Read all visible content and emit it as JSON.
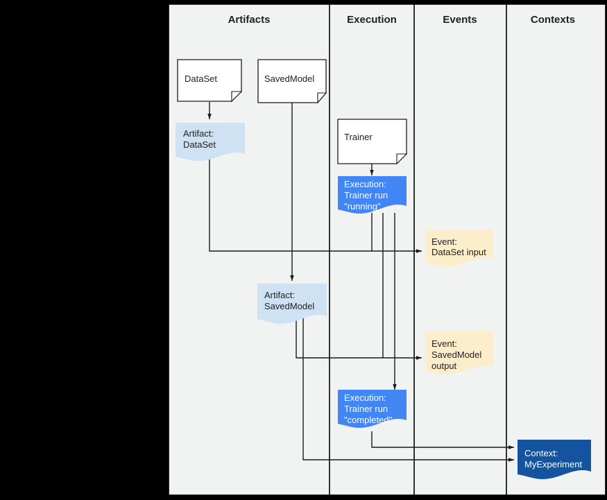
{
  "diagram": {
    "title": "ML Metadata artifact / execution / event / context flow",
    "background_color": "#000000",
    "lane_background": "#f1f2f2",
    "lanes": [
      {
        "id": "artifacts",
        "label": "Artifacts"
      },
      {
        "id": "execution",
        "label": "Execution"
      },
      {
        "id": "events",
        "label": "Events"
      },
      {
        "id": "contexts",
        "label": "Contexts"
      }
    ],
    "palette": {
      "artifact_fill": "#cfe2f3",
      "execution_fill": "#4285f4",
      "event_fill": "#fceecb",
      "context_fill": "#15539e",
      "document_fill": "#ffffff",
      "stroke": "#1a1a1a",
      "text_dark": "#202124",
      "text_light": "#ffffff"
    },
    "nodes": [
      {
        "id": "doc-dataset",
        "kind": "document",
        "lane": "artifacts",
        "lines": [
          "DataSet"
        ]
      },
      {
        "id": "doc-savedmodel",
        "kind": "document",
        "lane": "artifacts",
        "lines": [
          "SavedModel"
        ]
      },
      {
        "id": "artifact-dataset",
        "kind": "artifact",
        "lane": "artifacts",
        "lines": [
          "Artifact:",
          "DataSet"
        ]
      },
      {
        "id": "artifact-savedmodel",
        "kind": "artifact",
        "lane": "artifacts",
        "lines": [
          "Artifact:",
          "SavedModel"
        ]
      },
      {
        "id": "doc-trainer",
        "kind": "document",
        "lane": "execution",
        "lines": [
          "Trainer"
        ]
      },
      {
        "id": "execution-running",
        "kind": "execution",
        "lane": "execution",
        "lines": [
          "Execution:",
          "Trainer run",
          "\"running\""
        ]
      },
      {
        "id": "execution-completed",
        "kind": "execution",
        "lane": "execution",
        "lines": [
          "Execution:",
          "Trainer run",
          "\"completed\""
        ]
      },
      {
        "id": "event-dataset-input",
        "kind": "event",
        "lane": "events",
        "lines": [
          "Event:",
          "DataSet input"
        ]
      },
      {
        "id": "event-savedmodel-output",
        "kind": "event",
        "lane": "events",
        "lines": [
          "Event:",
          "SavedModel",
          "output"
        ]
      },
      {
        "id": "context-myexperiment",
        "kind": "context",
        "lane": "contexts",
        "lines": [
          "Context:",
          "MyExperiment"
        ]
      }
    ],
    "edges": [
      {
        "from": "doc-dataset",
        "to": "artifact-dataset",
        "arrow": true
      },
      {
        "from": "doc-trainer",
        "to": "execution-running",
        "arrow": true
      },
      {
        "from": "doc-savedmodel",
        "to": "artifact-savedmodel",
        "arrow": true
      },
      {
        "from": "artifact-dataset",
        "to": "event-dataset-input",
        "arrow": true
      },
      {
        "from": "execution-running",
        "to": "event-dataset-input",
        "arrow": true
      },
      {
        "from": "artifact-savedmodel",
        "to": "event-savedmodel-output",
        "arrow": true
      },
      {
        "from": "execution-running",
        "to": "event-savedmodel-output",
        "arrow": true
      },
      {
        "from": "execution-running",
        "to": "execution-completed",
        "arrow": true
      },
      {
        "from": "execution-completed",
        "to": "context-myexperiment",
        "arrow": true
      },
      {
        "from": "artifact-savedmodel",
        "to": "context-myexperiment",
        "arrow": true
      }
    ]
  }
}
